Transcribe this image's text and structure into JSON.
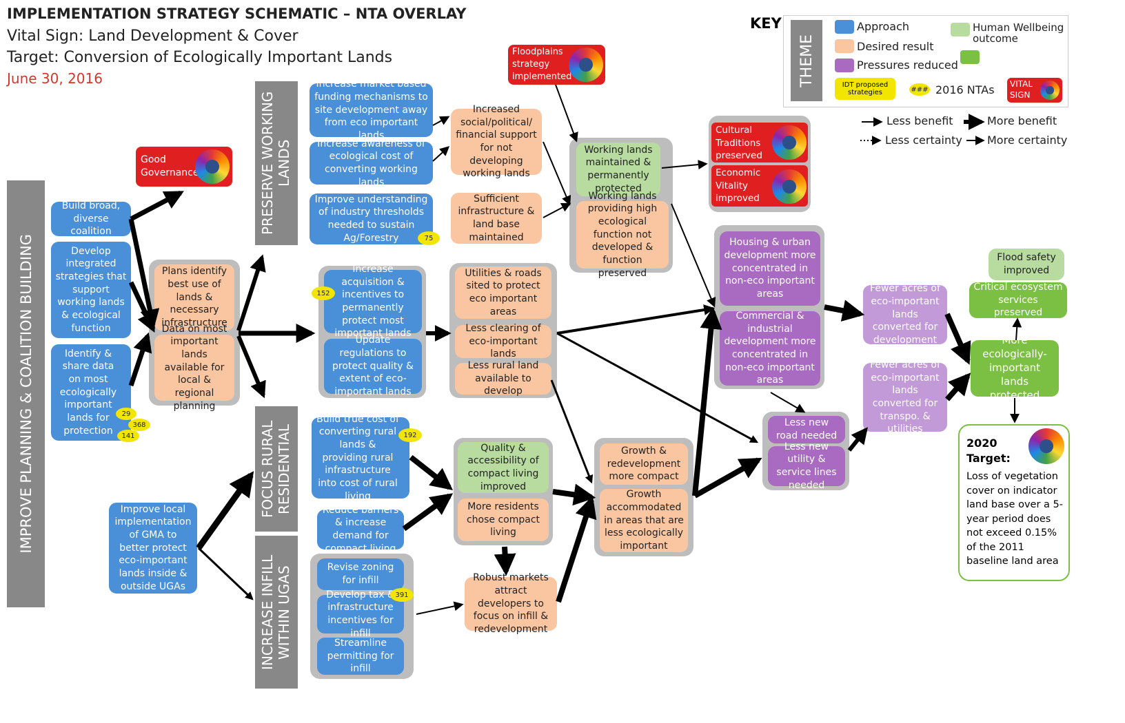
{
  "header": {
    "title": "IMPLEMENTATION STRATEGY SCHEMATIC – NTA OVERLAY",
    "vital_sign": "Vital Sign: Land Development & Cover",
    "target": "Target: Conversion of Ecologically Important Lands",
    "date": "June 30, 2016"
  },
  "colors": {
    "approach": "#4a90d9",
    "desired_result": "#f9c6a1",
    "pressures_reduced": "#a96bc2",
    "human_wellbeing": "#b8dca0",
    "outcome": "#7bc043",
    "vital_sign": "#e02020",
    "nta": "#f2e600"
  },
  "key": {
    "title": "KEY",
    "theme": "THEME",
    "approach": "Approach",
    "desired_result": "Desired result",
    "pressures_reduced": "Pressures reduced",
    "human_wellbeing": "Human Wellbeing",
    "outcome": "outcome",
    "idt": "IDT proposed strategies",
    "nta_badge": "###",
    "nta": "2016 NTAs",
    "vital_sign": "VITAL SIGN",
    "less_benefit": "Less benefit",
    "more_benefit": "More benefit",
    "less_certainty": "Less certainty",
    "more_certainty": "More certainty"
  },
  "bands": {
    "improve": "IMPROVE PLANNING & COALITION BUILDING",
    "preserve": "PRESERVE WORKING LANDS",
    "focus": "FOCUS RURAL RESIDENTIAL",
    "infill": "INCREASE INFILL WITHIN UGAS"
  },
  "vital_signs": {
    "good_gov": "Good Governance",
    "floodplains": "Floodplains strategy implemented",
    "cultural": "Cultural Traditions preserved",
    "economic": "Economic Vitality improved"
  },
  "boxes": {
    "build_broad": "Build broad, diverse coalition",
    "develop_integrated": "Develop integrated strategies that support working lands & ecological function",
    "identify_share": "Identify & share data on most ecologically important lands for protection",
    "plans_identify": "Plans identify best use of lands & necessary infrastructure",
    "data_most": "Data on most important lands available for local & regional planning",
    "increase_market": "Increase market based funding mechanisms to site development away from eco important lands",
    "increase_awareness": "Increase awareness of ecological cost of converting working lands",
    "improve_understanding": "Improve understanding of industry thresholds needed to sustain Ag/Forestry",
    "increased_support": "Increased social/political/ financial support for not developing working lands",
    "sufficient_infra": "Sufficient infrastructure & land base maintained",
    "working_maintained": "Working lands maintained & permanently protected",
    "working_providing": "Working lands providing high ecological function not developed & function preserved",
    "increase_acq": "Increase acquisition & incentives to permanently protect most important lands",
    "update_reg": "Update regulations to protect quality & extent of eco-important lands",
    "utilities_roads": "Utilities & roads sited to protect eco important areas",
    "less_clearing": "Less clearing of eco-important lands",
    "less_rural": "Less rural land available to develop",
    "housing_urban": "Housing & urban development more concentrated in non-eco important areas",
    "commercial": "Commercial & industrial development more concentrated in non-eco important areas",
    "fewer_dev": "Fewer acres of eco-important lands converted for development",
    "fewer_transpo": "Fewer acres of eco-important lands converted for transpo. & utilities",
    "flood_safety": "Flood safety improved",
    "critical_eco": "Critical ecosystem services preserved",
    "more_eco": "More ecologically-important lands protected",
    "build_true": "Build true cost of converting rural lands & providing rural infrastructure into cost of rural living",
    "reduce_barriers": "Reduce barriers & increase demand for compact living",
    "quality_access": "Quality & accessibility of compact living improved",
    "more_residents": "More residents chose compact living",
    "growth_redev": "Growth & redevelopment more compact",
    "growth_accom": "Growth accommodated in areas that are less ecologically important",
    "less_road": "Less new road needed",
    "less_utility": "Less new utility & service lines needed",
    "improve_local": "Improve local implementation of GMA to better protect eco-important lands inside & outside UGAs",
    "revise_zoning": "Revise zoning for infill",
    "develop_tax": "Develop tax & infrastructure incentives for infill",
    "streamline": "Streamline permitting for infill",
    "robust_markets": "Robust markets attract developers to focus on infill & redevelopment"
  },
  "badges": {
    "b29": "29",
    "b368": "368",
    "b141": "141",
    "b75": "75",
    "b152": "152",
    "b192": "192",
    "b391": "391"
  },
  "target_box": {
    "year": "2020",
    "label": "Target:",
    "text": "Loss of vegetation cover on indicator land base over a 5-year period does not exceed 0.15% of the 2011 baseline land area"
  }
}
